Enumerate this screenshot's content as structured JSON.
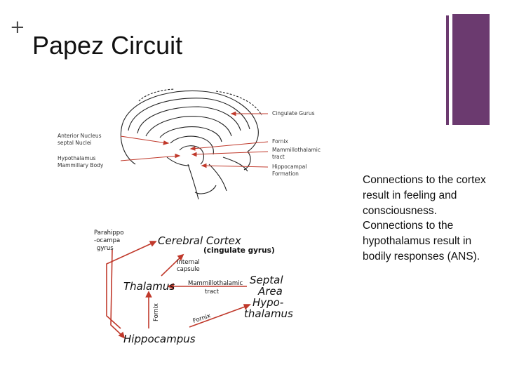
{
  "slide": {
    "title": "Papez Circuit",
    "notes": "Connections to the cortex result in feeling and consciousness. Connections to the hypothalamus result in bodily responses (ANS).",
    "accent_color": "#6b3a6f"
  },
  "anatomy": {
    "labels": {
      "cingulate": "Cingulate Gurus",
      "anterior_1": "Anterior Nucleus",
      "anterior_2": "septal Nuclei",
      "hypothalamus_1": "Hypothalamus",
      "hypothalamus_2": "Mammillary Body",
      "fornix": "Fornix",
      "mammillo_1": "Mammillothalamic",
      "mammillo_2": "tract",
      "hippo_1": "Hippocampal",
      "hippo_2": "Formation"
    }
  },
  "circuit": {
    "cortex": "Cerebral Cortex",
    "cingulate": "(cingulate gyrus)",
    "parahippo_1": "Parahippo",
    "parahippo_2": "-ocampa",
    "parahippo_3": "gyrus",
    "internal_1": "Internal",
    "internal_2": "capsule",
    "thalamus": "Thalamus",
    "mammillo_1": "Mammillothalamic",
    "mammillo_2": "tract",
    "septal_1": "Septal",
    "septal_2": "Area",
    "hypo_1": "Hypo-",
    "hypo_2": "thalamus",
    "fornix_v": "Fornix",
    "fornix_d": "Fornix",
    "hippocampus": "Hippocampus"
  }
}
